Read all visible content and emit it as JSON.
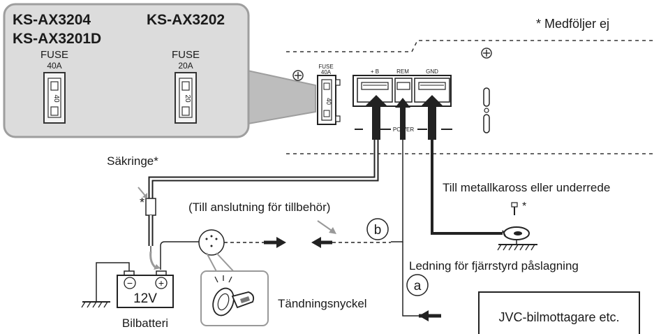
{
  "callout": {
    "models_left": [
      "KS-AX3204",
      "KS-AX3201D"
    ],
    "model_right": "KS-AX3202",
    "fuse_left": {
      "label": "FUSE",
      "rating": "40A",
      "value": "40"
    },
    "fuse_right": {
      "label": "FUSE",
      "rating": "20A",
      "value": "20"
    }
  },
  "note": "* Medföljer ej",
  "amplifier": {
    "fuse_label": "FUSE",
    "fuse_rating": "40A",
    "fuse_value": "40",
    "terminals": [
      "+ B",
      "REM",
      "GND"
    ],
    "power_label": "POWER"
  },
  "labels": {
    "fuse_holder": "Säkringe*",
    "asterisk": "*",
    "accessory": "(Till anslutning för tillbehör)",
    "ground": "Till metallkaross eller underrede",
    "ground_asterisk": "*",
    "remote": "Ledning för fjärrstyrd påslagning",
    "ignition": "Tändningsnyckel",
    "receiver": "JVC-bilmottagare etc.",
    "circle_b": "b",
    "circle_a": "a"
  },
  "battery": {
    "voltage": "12V",
    "label": "Bilbatteri",
    "minus": "−",
    "plus": "+"
  }
}
